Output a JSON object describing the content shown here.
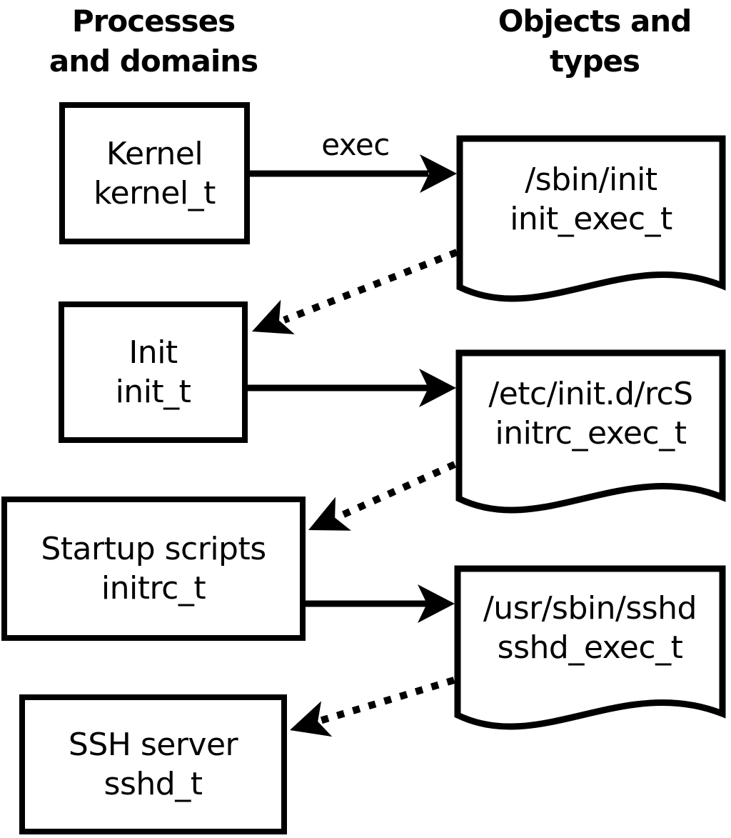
{
  "colors": {
    "line": "#000000",
    "background": "#ffffff"
  },
  "headings": {
    "left_line1": "Processes",
    "left_line2": "and domains",
    "right_line1": "Objects and",
    "right_line2": "types"
  },
  "edge_labels": {
    "exec": "exec"
  },
  "processes": [
    {
      "name": "Kernel",
      "type": "kernel_t"
    },
    {
      "name": "Init",
      "type": "init_t"
    },
    {
      "name": "Startup scripts",
      "type": "initrc_t"
    },
    {
      "name": "SSH server",
      "type": "sshd_t"
    }
  ],
  "objects": [
    {
      "path": "/sbin/init",
      "type": "init_exec_t"
    },
    {
      "path": "/etc/init.d/rcS",
      "type": "initrc_exec_t"
    },
    {
      "path": "/usr/sbin/sshd",
      "type": "sshd_exec_t"
    }
  ]
}
